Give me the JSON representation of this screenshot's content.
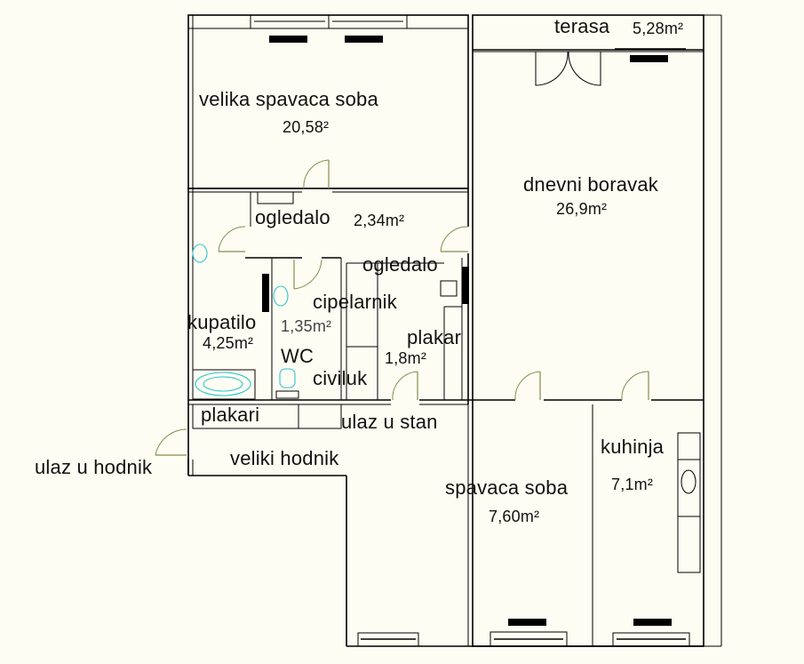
{
  "plan": {
    "type": "apartment floor plan",
    "colors": {
      "background": "#fefdf3",
      "walls": "#000000",
      "doors": "#8a8a4a",
      "fixtures": "#2fc4cf"
    },
    "rooms": [
      {
        "id": "velika-spavaca-soba",
        "name": "velika spavaca soba",
        "area": "20,58²"
      },
      {
        "id": "terasa",
        "name": "terasa",
        "area": "5,28m²"
      },
      {
        "id": "dnevni-boravak",
        "name": "dnevni boravak",
        "area": "26,9m²"
      },
      {
        "id": "hodnik-ogledalo",
        "name": "ogledalo",
        "area": "2,34m²"
      },
      {
        "id": "kupatilo",
        "name": "kupatilo",
        "area": "4,25m²"
      },
      {
        "id": "wc",
        "name": "WC",
        "area": "1,35m²"
      },
      {
        "id": "plakar",
        "name": "plakar",
        "area": "1,8m²"
      },
      {
        "id": "spavaca-soba",
        "name": "spavaca soba",
        "area": "7,60m²"
      },
      {
        "id": "kuhinja",
        "name": "kuhinja",
        "area": "7,1m²"
      }
    ],
    "annotations": {
      "ogledalo2": "ogledalo",
      "cipelarnik": "cipelarnik",
      "civiluk": "civiluk",
      "plakari": "plakari",
      "ulaz_u_stan": "ulaz u stan",
      "ulaz_u_hodnik": "ulaz u hodnik",
      "veliki_hodnik": "veliki hodnik"
    }
  }
}
